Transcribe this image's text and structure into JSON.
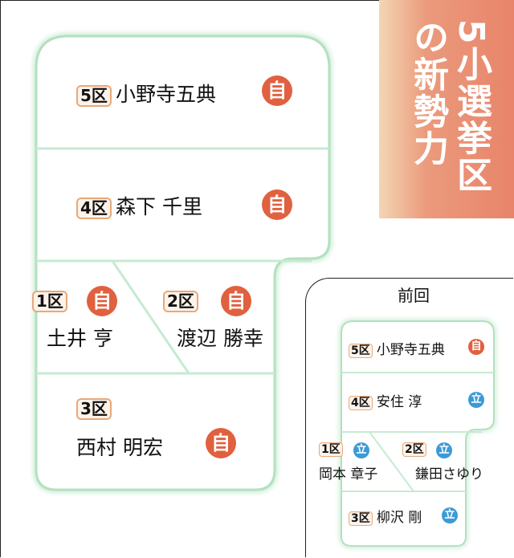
{
  "title": {
    "line1": "5小選挙区",
    "line2": "の新勢力"
  },
  "colors": {
    "ldp": "#e0603f",
    "cdp": "#3c9ad6",
    "title_bg": "#e8846a",
    "border": "#a8dcb8"
  },
  "current": {
    "districts": [
      {
        "district": "5区",
        "name": "小野寺五典",
        "party": "自"
      },
      {
        "district": "4区",
        "name": "森下 千里",
        "party": "自"
      },
      {
        "district": "1区",
        "name": "土井 亨",
        "party": "自"
      },
      {
        "district": "2区",
        "name": "渡辺 勝幸",
        "party": "自"
      },
      {
        "district": "3区",
        "name": "西村 明宏",
        "party": "自"
      }
    ]
  },
  "previous": {
    "label": "前回",
    "districts": [
      {
        "district": "5区",
        "name": "小野寺五典",
        "party": "自"
      },
      {
        "district": "4区",
        "name": "安住 淳",
        "party": "立"
      },
      {
        "district": "1区",
        "name": "岡本 章子",
        "party": "立"
      },
      {
        "district": "2区",
        "name": "鎌田さゆり",
        "party": "立"
      },
      {
        "district": "3区",
        "name": "柳沢 剛",
        "party": "立"
      }
    ]
  }
}
